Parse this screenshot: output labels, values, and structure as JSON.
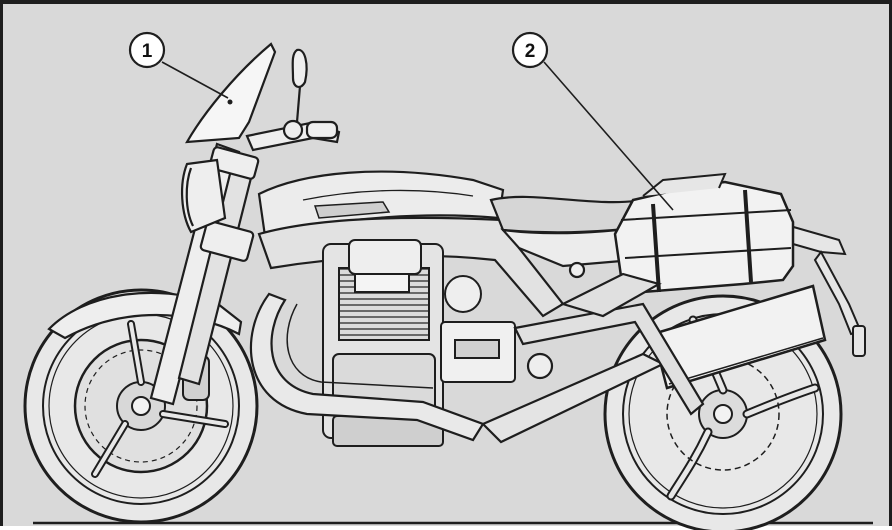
{
  "figure": {
    "callouts": [
      {
        "number": "1",
        "target": "windscreen"
      },
      {
        "number": "2",
        "target": "side bag"
      }
    ]
  },
  "colors": {
    "background": "#d9d9d9",
    "line": "#1e1e1e",
    "part_fill": "#eeeeee",
    "callout_fill": "#ffffff"
  }
}
